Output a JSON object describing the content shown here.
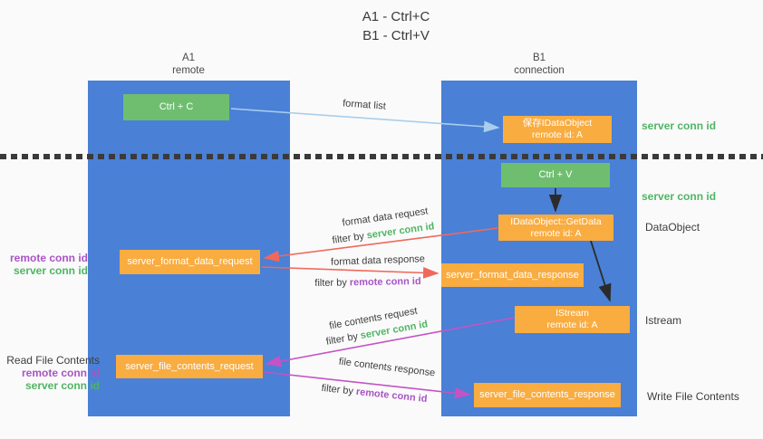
{
  "title": {
    "line1": "A1 - Ctrl+C",
    "line2": "B1 - Ctrl+V"
  },
  "lifelines": {
    "left": {
      "name": "A1",
      "role": "remote"
    },
    "right": {
      "name": "B1",
      "role": "connection"
    }
  },
  "nodes": {
    "ctrl_c": {
      "label": "Ctrl + C"
    },
    "ctrl_v": {
      "label": "Ctrl + V"
    },
    "save_dataobject": {
      "line1": "保存IDataObject",
      "line2": "remote id: A"
    },
    "getdata": {
      "line1": "IDataObject::GetData",
      "line2": "remote id: A"
    },
    "istream": {
      "line1": "IStream",
      "line2": "remote id: A"
    },
    "format_data_request": {
      "label": "server_format_data_request"
    },
    "format_data_response": {
      "label": "server_format_data_response"
    },
    "file_contents_request": {
      "label": "server_file_contents_request"
    },
    "file_contents_response": {
      "label": "server_file_contents_response"
    }
  },
  "arrows": {
    "format_list": {
      "label": "format list"
    },
    "format_data_request": {
      "label": "format data request",
      "filter_prefix": "filter by",
      "filter_key": "server conn id"
    },
    "format_data_response": {
      "label": "format data response",
      "filter_prefix": "filter by",
      "filter_key": "remote conn id"
    },
    "file_contents_request": {
      "label": "file contents request",
      "filter_prefix": "filter by",
      "filter_key": "server conn id"
    },
    "file_contents_response": {
      "label": "file contents response",
      "filter_prefix": "filter by",
      "filter_key": "remote conn id"
    }
  },
  "annotations": {
    "server_conn_id_top": "server conn id",
    "server_conn_id_mid": "server conn id",
    "dataobject": "DataObject",
    "istream": "Istream",
    "read_file_contents": "Read File Contents",
    "write_file_contents": "Write File Contents",
    "left_pair_format": {
      "remote": "remote conn id",
      "server": "server conn id"
    },
    "left_pair_file": {
      "remote": "remote conn id",
      "server": "server conn id"
    }
  },
  "colors": {
    "background": "#fafafa",
    "lifeline_blue": "#4a80d6",
    "node_green": "#6fbe70",
    "node_orange": "#f9ac40",
    "arrow_lightblue": "#a8ceec",
    "arrow_red": "#f0685c",
    "arrow_magenta": "#c453c4",
    "arrow_black": "#2b2b2b",
    "text_green": "#4fb564",
    "text_purple": "#a855c4",
    "text_dark": "#3d3d3d"
  }
}
